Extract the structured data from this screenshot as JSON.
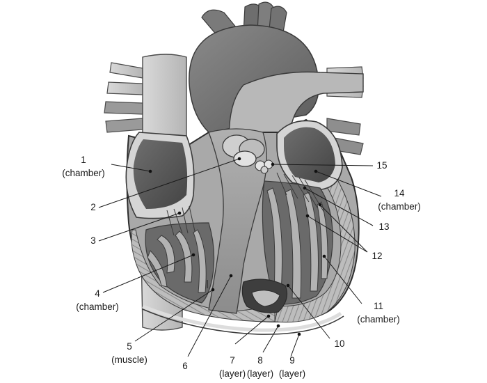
{
  "labels": [
    {
      "id": "1",
      "number": "1",
      "sub": "(chamber)"
    },
    {
      "id": "2",
      "number": "2",
      "sub": ""
    },
    {
      "id": "3",
      "number": "3",
      "sub": ""
    },
    {
      "id": "4",
      "number": "4",
      "sub": "(chamber)"
    },
    {
      "id": "5",
      "number": "5",
      "sub": "(muscle)"
    },
    {
      "id": "6",
      "number": "6",
      "sub": ""
    },
    {
      "id": "7",
      "number": "7",
      "sub": "(layer)"
    },
    {
      "id": "8",
      "number": "8",
      "sub": "(layer)"
    },
    {
      "id": "9",
      "number": "9",
      "sub": "(layer)"
    },
    {
      "id": "10",
      "number": "10",
      "sub": ""
    },
    {
      "id": "11",
      "number": "11",
      "sub": "(chamber)"
    },
    {
      "id": "12",
      "number": "12",
      "sub": ""
    },
    {
      "id": "13",
      "number": "13",
      "sub": ""
    },
    {
      "id": "14",
      "number": "14",
      "sub": "(chamber)"
    },
    {
      "id": "15",
      "number": "15",
      "sub": ""
    }
  ]
}
